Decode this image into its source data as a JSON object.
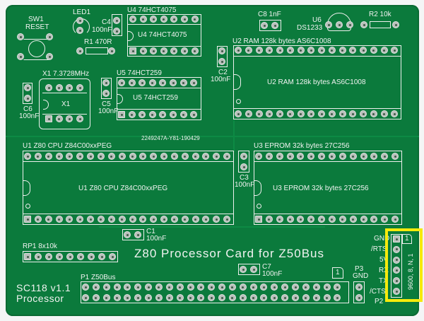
{
  "board": {
    "title": "Z80 Processor Card for Z50Bus",
    "name_line1": "SC118 v1.1",
    "name_line2": "Processor",
    "serial": "2249247A-Y81-190429",
    "colors": {
      "pcb": "#0b7a3c",
      "silkscreen": "#f1f3f1",
      "highlight": "#f5ea0c"
    }
  },
  "components": {
    "sw1": {
      "ref": "SW1",
      "value": "RESET"
    },
    "led1": {
      "ref": "LED1"
    },
    "r1": {
      "label": "R1  470R"
    },
    "r2": {
      "label": "R2  10k"
    },
    "c1": {
      "ref": "C1",
      "value": "100nF"
    },
    "c2": {
      "ref": "C2",
      "value": "100nF"
    },
    "c3": {
      "ref": "C3",
      "value": "100nF"
    },
    "c4": {
      "ref": "C4",
      "value": "100nF"
    },
    "c5": {
      "ref": "C5",
      "value": "100nF"
    },
    "c6": {
      "ref": "C6",
      "value": "100nF"
    },
    "c7": {
      "ref": "C7",
      "value": "100nF"
    },
    "c8": {
      "label": "C8   1nF"
    },
    "x1": {
      "label": "X1  7.3728MHz",
      "inner": "X1"
    },
    "u1": {
      "label": "U1  Z80  CPU  Z84C00xxPEG",
      "inner": "U1   Z80  CPU   Z84C00xxPEG"
    },
    "u2": {
      "label": "U2   RAM  128k  bytes   AS6C1008",
      "inner": "U2   RAM  128k  bytes   AS6C1008"
    },
    "u3": {
      "label": "U3  EPROM  32k  bytes  27C256",
      "inner": "U3   EPROM  32k  bytes   27C256"
    },
    "u4": {
      "label": "U4  74HCT4075",
      "inner": "U4   74HCT4075"
    },
    "u5": {
      "label": "U5  74HCT259",
      "inner": "U5   74HCT259"
    },
    "u6": {
      "ref": "U6",
      "value": "DS1233"
    },
    "rp1": {
      "label": "RP1   8x10k"
    },
    "p1": {
      "label": "P1   Z50Bus",
      "pin1": "1"
    },
    "p3": {
      "ref": "P3",
      "value": "GND"
    },
    "p2": {
      "ref": "P2",
      "pin1": "1",
      "config": "9600, 8, N, 1",
      "pins": [
        "GND",
        "/RTS",
        "5V",
        "RX",
        "TX",
        "/CTS"
      ]
    }
  }
}
